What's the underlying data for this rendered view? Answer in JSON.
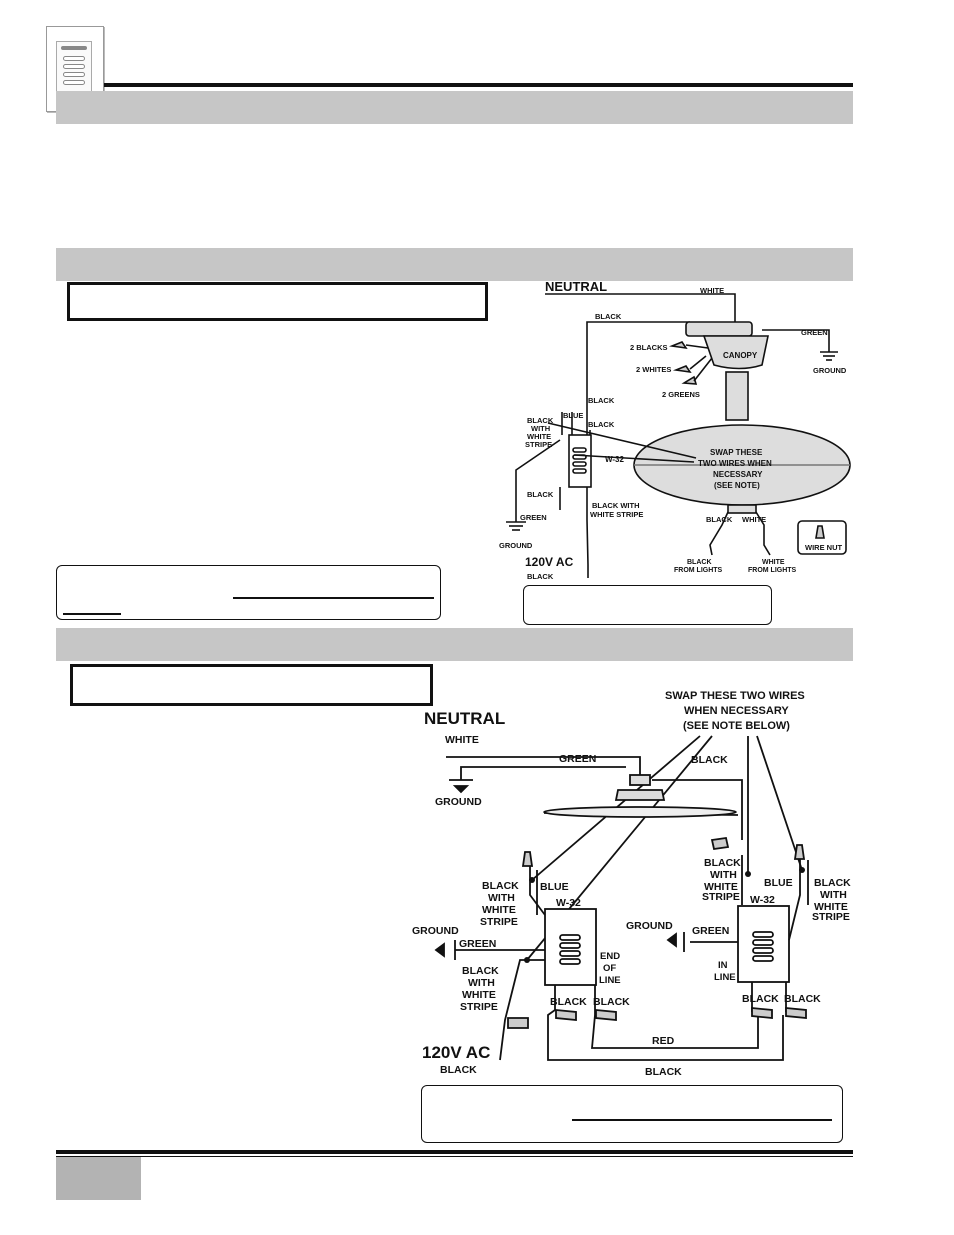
{
  "diagram1": {
    "neutral": "NEUTRAL",
    "white": "WHITE",
    "black_top": "BLACK",
    "green": "GREEN",
    "ground": "GROUND",
    "two_blacks": "2 BLACKS",
    "two_whites": "2 WHITES",
    "two_greens": "2 GREENS",
    "canopy": "CANOPY",
    "black_a": "BLACK",
    "black_b": "BLACK",
    "blue": "BLUE",
    "bws_1": "BLACK",
    "bws_2": "WITH",
    "bws_3": "WHITE",
    "bws_4": "STRIPE",
    "model": "W-32",
    "swap_1": "SWAP THESE",
    "swap_2": "TWO WIRES WHEN",
    "swap_3": "NECESSARY",
    "swap_4": "(SEE NOTE)",
    "black_left": "BLACK",
    "green_left": "GREEN",
    "ground_left": "GROUND",
    "bws_bottom_1": "BLACK WITH",
    "bws_bottom_2": "WHITE STRIPE",
    "light_black": "BLACK",
    "light_white": "WHITE",
    "black_from_1": "BLACK",
    "black_from_2": "FROM LIGHTS",
    "white_from_1": "WHITE",
    "white_from_2": "FROM LIGHTS",
    "wire_nut": "WIRE NUT",
    "ac": "120V AC",
    "ac_black": "BLACK"
  },
  "diagram2": {
    "swap_1": "SWAP THESE TWO WIRES",
    "swap_2": "WHEN NECESSARY",
    "swap_3": "(SEE NOTE BELOW)",
    "neutral": "NEUTRAL",
    "white": "WHITE",
    "green_top": "GREEN",
    "black_top": "BLACK",
    "ground_top": "GROUND",
    "l_bws_1": "BLACK",
    "l_bws_2": "WITH",
    "l_bws_3": "WHITE",
    "l_bws_4": "STRIPE",
    "l_blue": "BLUE",
    "l_model": "W-32",
    "l_ground": "GROUND",
    "l_green": "GREEN",
    "l_bws2_1": "BLACK",
    "l_bws2_2": "WITH",
    "l_bws2_3": "WHITE",
    "l_bws2_4": "STRIPE",
    "end_1": "END",
    "end_2": "OF",
    "end_3": "LINE",
    "l_black_1": "BLACK",
    "l_black_2": "BLACK",
    "m_bws_1": "BLACK",
    "m_bws_2": "WITH",
    "m_bws_3": "WHITE",
    "m_bws_4": "STRIPE",
    "r_blue": "BLUE",
    "r_bws_1": "BLACK",
    "r_bws_2": "WITH",
    "r_bws_3": "WHITE",
    "r_bws_4": "STRIPE",
    "r_model": "W-32",
    "r_ground": "GROUND",
    "r_green": "GREEN",
    "in_1": "IN",
    "in_2": "LINE",
    "r_black_1": "BLACK",
    "r_black_2": "BLACK",
    "red": "RED",
    "ac": "120V AC",
    "ac_black": "BLACK",
    "bottom_black": "BLACK"
  }
}
